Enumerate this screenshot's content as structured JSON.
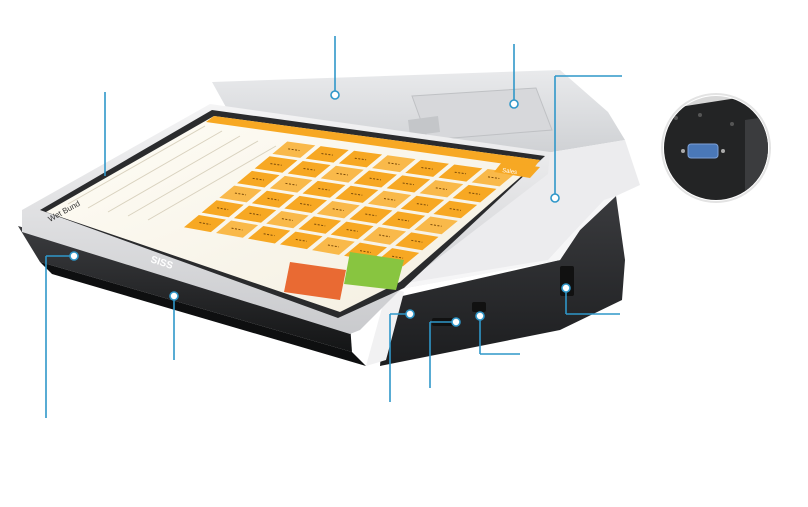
{
  "device": {
    "brand_text": "SISS",
    "screen_header_left": "Wet Bund",
    "screen_button_right": "Sales",
    "accent_color": "#f7a823",
    "cancel_color": "#e96a33",
    "confirm_color": "#88c540",
    "callout_color": "#2f97c9"
  }
}
